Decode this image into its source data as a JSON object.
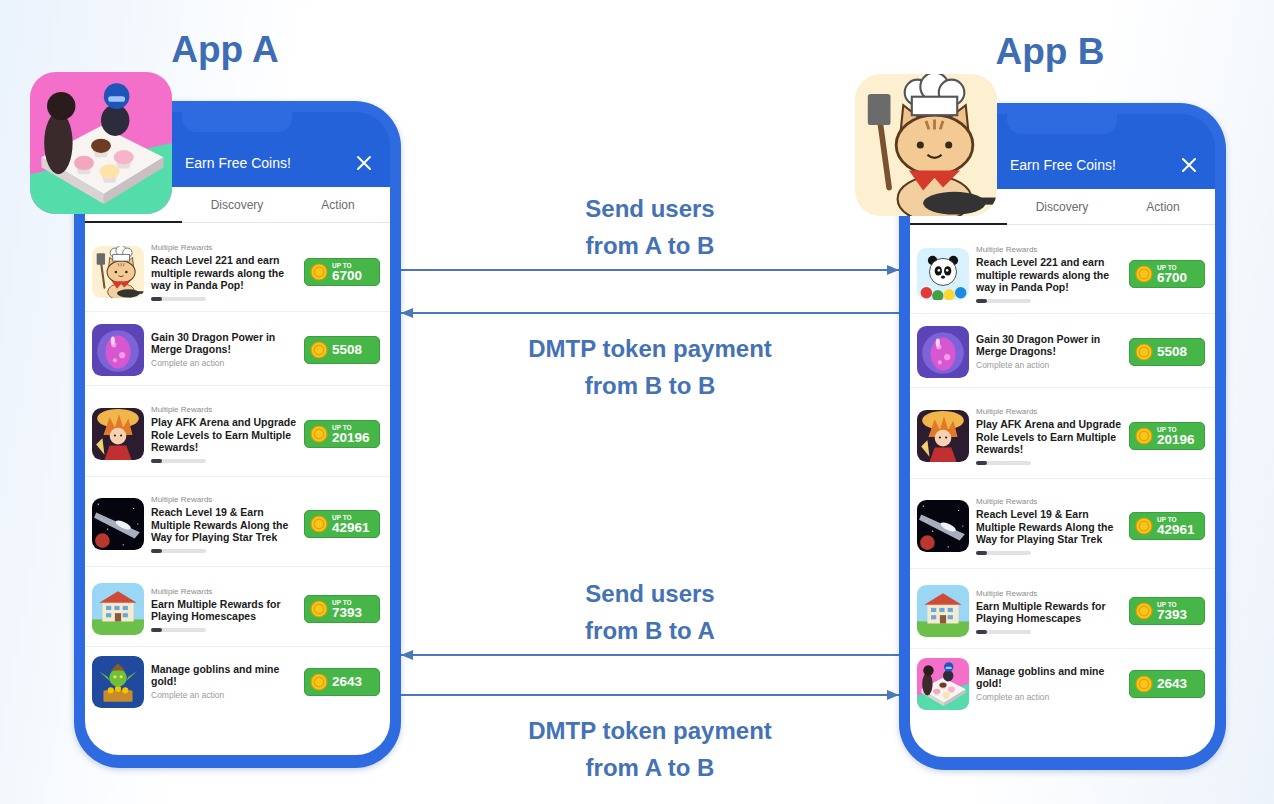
{
  "diagram": {
    "nodes": [
      {
        "text": [
          "App A",
          "Earn Free Coins!",
          "Discovery",
          "Action"
        ]
      },
      {
        "text": [
          "Multiple Rewards",
          "Reach Level 221 and earn multiple rewards along the way in Panda Pop!"
        ],
        "in": 0
      },
      {
        "text": [
          "UP TO",
          "6700"
        ],
        "in": 1
      },
      {
        "text": [
          "Gain 30 Dragon Power in Merge Dragons!",
          "Complete an action"
        ],
        "in": 0
      },
      {
        "text": [
          "5508"
        ],
        "in": 3
      },
      {
        "text": [
          "Multiple Rewards",
          "Play AFK Arena and Upgrade Role Levels to Earn Multiple Rewards!"
        ],
        "in": 0
      },
      {
        "text": [
          "UP TO",
          "20196"
        ],
        "in": 5
      },
      {
        "text": [
          "Multiple Rewards",
          "Reach Level 19 & Earn Multiple Rewards Along the Way for Playing Star Trek"
        ],
        "in": 0
      },
      {
        "text": [
          "UP TO",
          "42961"
        ],
        "in": 7
      },
      {
        "text": [
          "Multiple Rewards",
          "Earn Multiple Rewards for Playing Homescapes"
        ],
        "in": 0
      },
      {
        "text": [
          "UP TO",
          "7393"
        ],
        "in": 9
      },
      {
        "text": [
          "Manage goblins and mine gold!",
          "Complete an action"
        ],
        "in": 0
      },
      {
        "text": [
          "2643"
        ],
        "in": 11
      },
      {
        "text": [
          "App B",
          "Earn Free Coins!",
          "Discovery",
          "Action"
        ]
      },
      {
        "text": [
          "Multiple Rewards",
          "Reach Level 221 and earn multiple rewards along the way in Panda Pop!"
        ],
        "in": 13
      },
      {
        "text": [
          "UP TO",
          "6700"
        ],
        "in": 14
      },
      {
        "text": [
          "Gain 30 Dragon Power in Merge Dragons!",
          "Complete an action"
        ],
        "in": 13
      },
      {
        "text": [
          "5508"
        ],
        "in": 16
      },
      {
        "text": [
          "Multiple Rewards",
          "Play AFK Arena and Upgrade Role Levels to Earn Multiple Rewards!"
        ],
        "in": 13
      },
      {
        "text": [
          "UP TO",
          "20196"
        ],
        "in": 18
      },
      {
        "text": [
          "Multiple Rewards",
          "Reach Level 19 & Earn Multiple Rewards Along the Way for Playing Star Trek"
        ],
        "in": 13
      },
      {
        "text": [
          "UP TO",
          "42961"
        ],
        "in": 20
      },
      {
        "text": [
          "Multiple Rewards",
          "Earn Multiple Rewards for Playing Homescapes"
        ],
        "in": 13
      },
      {
        "text": [
          "UP TO",
          "7393"
        ],
        "in": 22
      },
      {
        "text": [
          "Manage goblins and mine gold!",
          "Complete an action"
        ],
        "in": 13
      },
      {
        "text": [
          "2643"
        ],
        "in": 24
      }
    ],
    "edges": [
      {
        "from": 0,
        "to": 13,
        "arrow": "to",
        "label": "Send users from A to B"
      },
      {
        "from": 13,
        "to": 0,
        "arrow": "to",
        "label": "DMTP token payment from B to B"
      },
      {
        "from": 13,
        "to": 0,
        "arrow": "to",
        "label": "Send users from B to A"
      },
      {
        "from": 0,
        "to": 13,
        "arrow": "to",
        "label": "DMTP token payment from A to B"
      }
    ]
  }
}
